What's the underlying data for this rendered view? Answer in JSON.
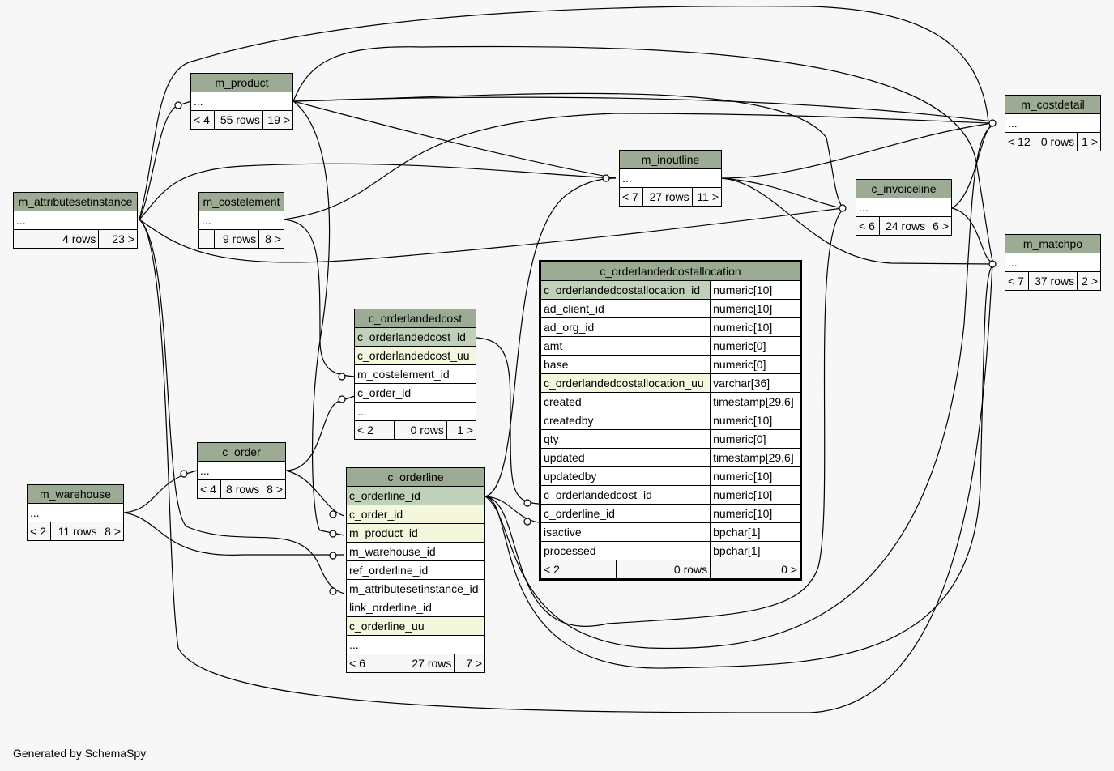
{
  "footer": "Generated by SchemaSpy",
  "tables": {
    "m_product": {
      "name": "m_product",
      "cols": [
        "..."
      ],
      "foot": [
        "< 4",
        "55 rows",
        "19 >"
      ]
    },
    "m_attributesetinstance": {
      "name": "m_attributesetinstance",
      "cols": [
        "..."
      ],
      "foot": [
        "",
        "4 rows",
        "23 >"
      ]
    },
    "m_costelement": {
      "name": "m_costelement",
      "cols": [
        "..."
      ],
      "foot": [
        "",
        "9 rows",
        "8 >"
      ]
    },
    "m_inoutline": {
      "name": "m_inoutline",
      "cols": [
        "..."
      ],
      "foot": [
        "< 7",
        "27 rows",
        "11 >"
      ]
    },
    "c_invoiceline": {
      "name": "c_invoiceline",
      "cols": [
        "..."
      ],
      "foot": [
        "< 6",
        "24 rows",
        "6 >"
      ]
    },
    "m_costdetail": {
      "name": "m_costdetail",
      "cols": [
        "..."
      ],
      "foot": [
        "< 12",
        "0 rows",
        "1 >"
      ]
    },
    "m_matchpo": {
      "name": "m_matchpo",
      "cols": [
        "..."
      ],
      "foot": [
        "< 7",
        "37 rows",
        "2 >"
      ]
    },
    "c_order": {
      "name": "c_order",
      "cols": [
        "..."
      ],
      "foot": [
        "< 4",
        "8 rows",
        "8 >"
      ]
    },
    "m_warehouse": {
      "name": "m_warehouse",
      "cols": [
        "..."
      ],
      "foot": [
        "< 2",
        "11 rows",
        "8 >"
      ]
    },
    "c_orderlandedcost": {
      "name": "c_orderlandedcost",
      "cols": [
        "c_orderlandedcost_id",
        "c_orderlandedcost_uu",
        "m_costelement_id",
        "c_order_id",
        "..."
      ],
      "foot": [
        "< 2",
        "0 rows",
        "1 >"
      ]
    },
    "c_orderline": {
      "name": "c_orderline",
      "cols": [
        "c_orderline_id",
        "c_order_id",
        "m_product_id",
        "m_warehouse_id",
        "ref_orderline_id",
        "m_attributesetinstance_id",
        "link_orderline_id",
        "c_orderline_uu",
        "..."
      ],
      "foot": [
        "< 6",
        "27 rows",
        "7 >"
      ]
    },
    "c_orderlandedcostallocation": {
      "name": "c_orderlandedcostallocation",
      "cols": [
        {
          "name": "c_orderlandedcostallocation_id",
          "type": "numeric[10]"
        },
        {
          "name": "ad_client_id",
          "type": "numeric[10]"
        },
        {
          "name": "ad_org_id",
          "type": "numeric[10]"
        },
        {
          "name": "amt",
          "type": "numeric[0]"
        },
        {
          "name": "base",
          "type": "numeric[0]"
        },
        {
          "name": "c_orderlandedcostallocation_uu",
          "type": "varchar[36]"
        },
        {
          "name": "created",
          "type": "timestamp[29,6]"
        },
        {
          "name": "createdby",
          "type": "numeric[10]"
        },
        {
          "name": "qty",
          "type": "numeric[0]"
        },
        {
          "name": "updated",
          "type": "timestamp[29,6]"
        },
        {
          "name": "updatedby",
          "type": "numeric[10]"
        },
        {
          "name": "c_orderlandedcost_id",
          "type": "numeric[10]"
        },
        {
          "name": "c_orderline_id",
          "type": "numeric[10]"
        },
        {
          "name": "isactive",
          "type": "bpchar[1]"
        },
        {
          "name": "processed",
          "type": "bpchar[1]"
        }
      ],
      "foot": [
        "< 2",
        "0 rows",
        "0 >"
      ]
    }
  }
}
